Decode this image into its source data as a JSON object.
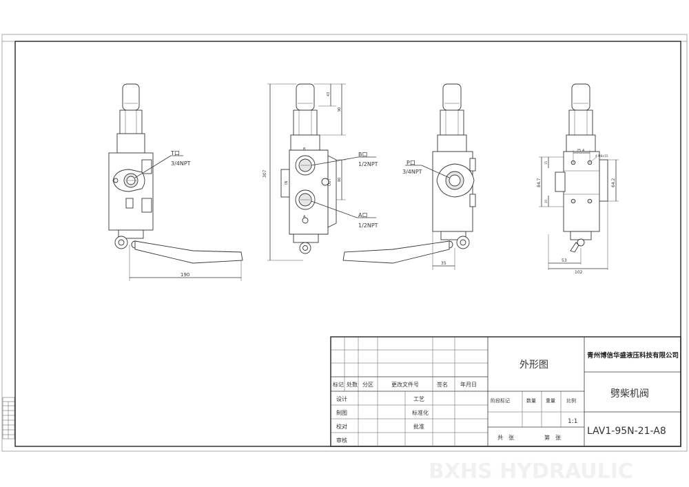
{
  "ports": {
    "t_port": "T口",
    "t_size": "3/4NPT",
    "b_port": "B口",
    "b_size": "1/2NPT",
    "a_port": "A口",
    "a_size": "1/2NPT",
    "p_port": "P口",
    "p_size": "3/4NPT"
  },
  "valve_marks": {
    "in_label": "IN",
    "out_label": "OUT",
    "b_letter": "B",
    "a_letter": "A"
  },
  "dimensions": {
    "handle_length": "190",
    "total_height": "307",
    "upper_1": "43",
    "upper_2": "90",
    "mid": "80",
    "offset_35": "35",
    "width_25_4": "25.4",
    "holes": "4-M8×15",
    "left_height": "84.7",
    "right_height": "64.2",
    "top_small": "15",
    "bottom_small": "20",
    "base_53": "53",
    "base_102": "102"
  },
  "title_block": {
    "company": "青州博信华盛液压科技有限公司",
    "drawing_type": "外形图",
    "product_name": "劈柴机阀",
    "model": "LAV1-95N-21-A8",
    "scale": "1:1",
    "rev_headers": [
      "标记",
      "处数",
      "分区",
      "更改文件号",
      "签名",
      "年月日"
    ],
    "approvals_left": [
      "设计",
      "制图",
      "校对",
      "审核"
    ],
    "approvals_right": [
      "工艺",
      "标准化",
      "批准"
    ],
    "stage_headers": [
      "阶段标记",
      "数量",
      "重量",
      "比例"
    ],
    "sheets_total": "共　张",
    "sheet_number": "第　张"
  },
  "watermark": "BXHS HYDRAULIC"
}
